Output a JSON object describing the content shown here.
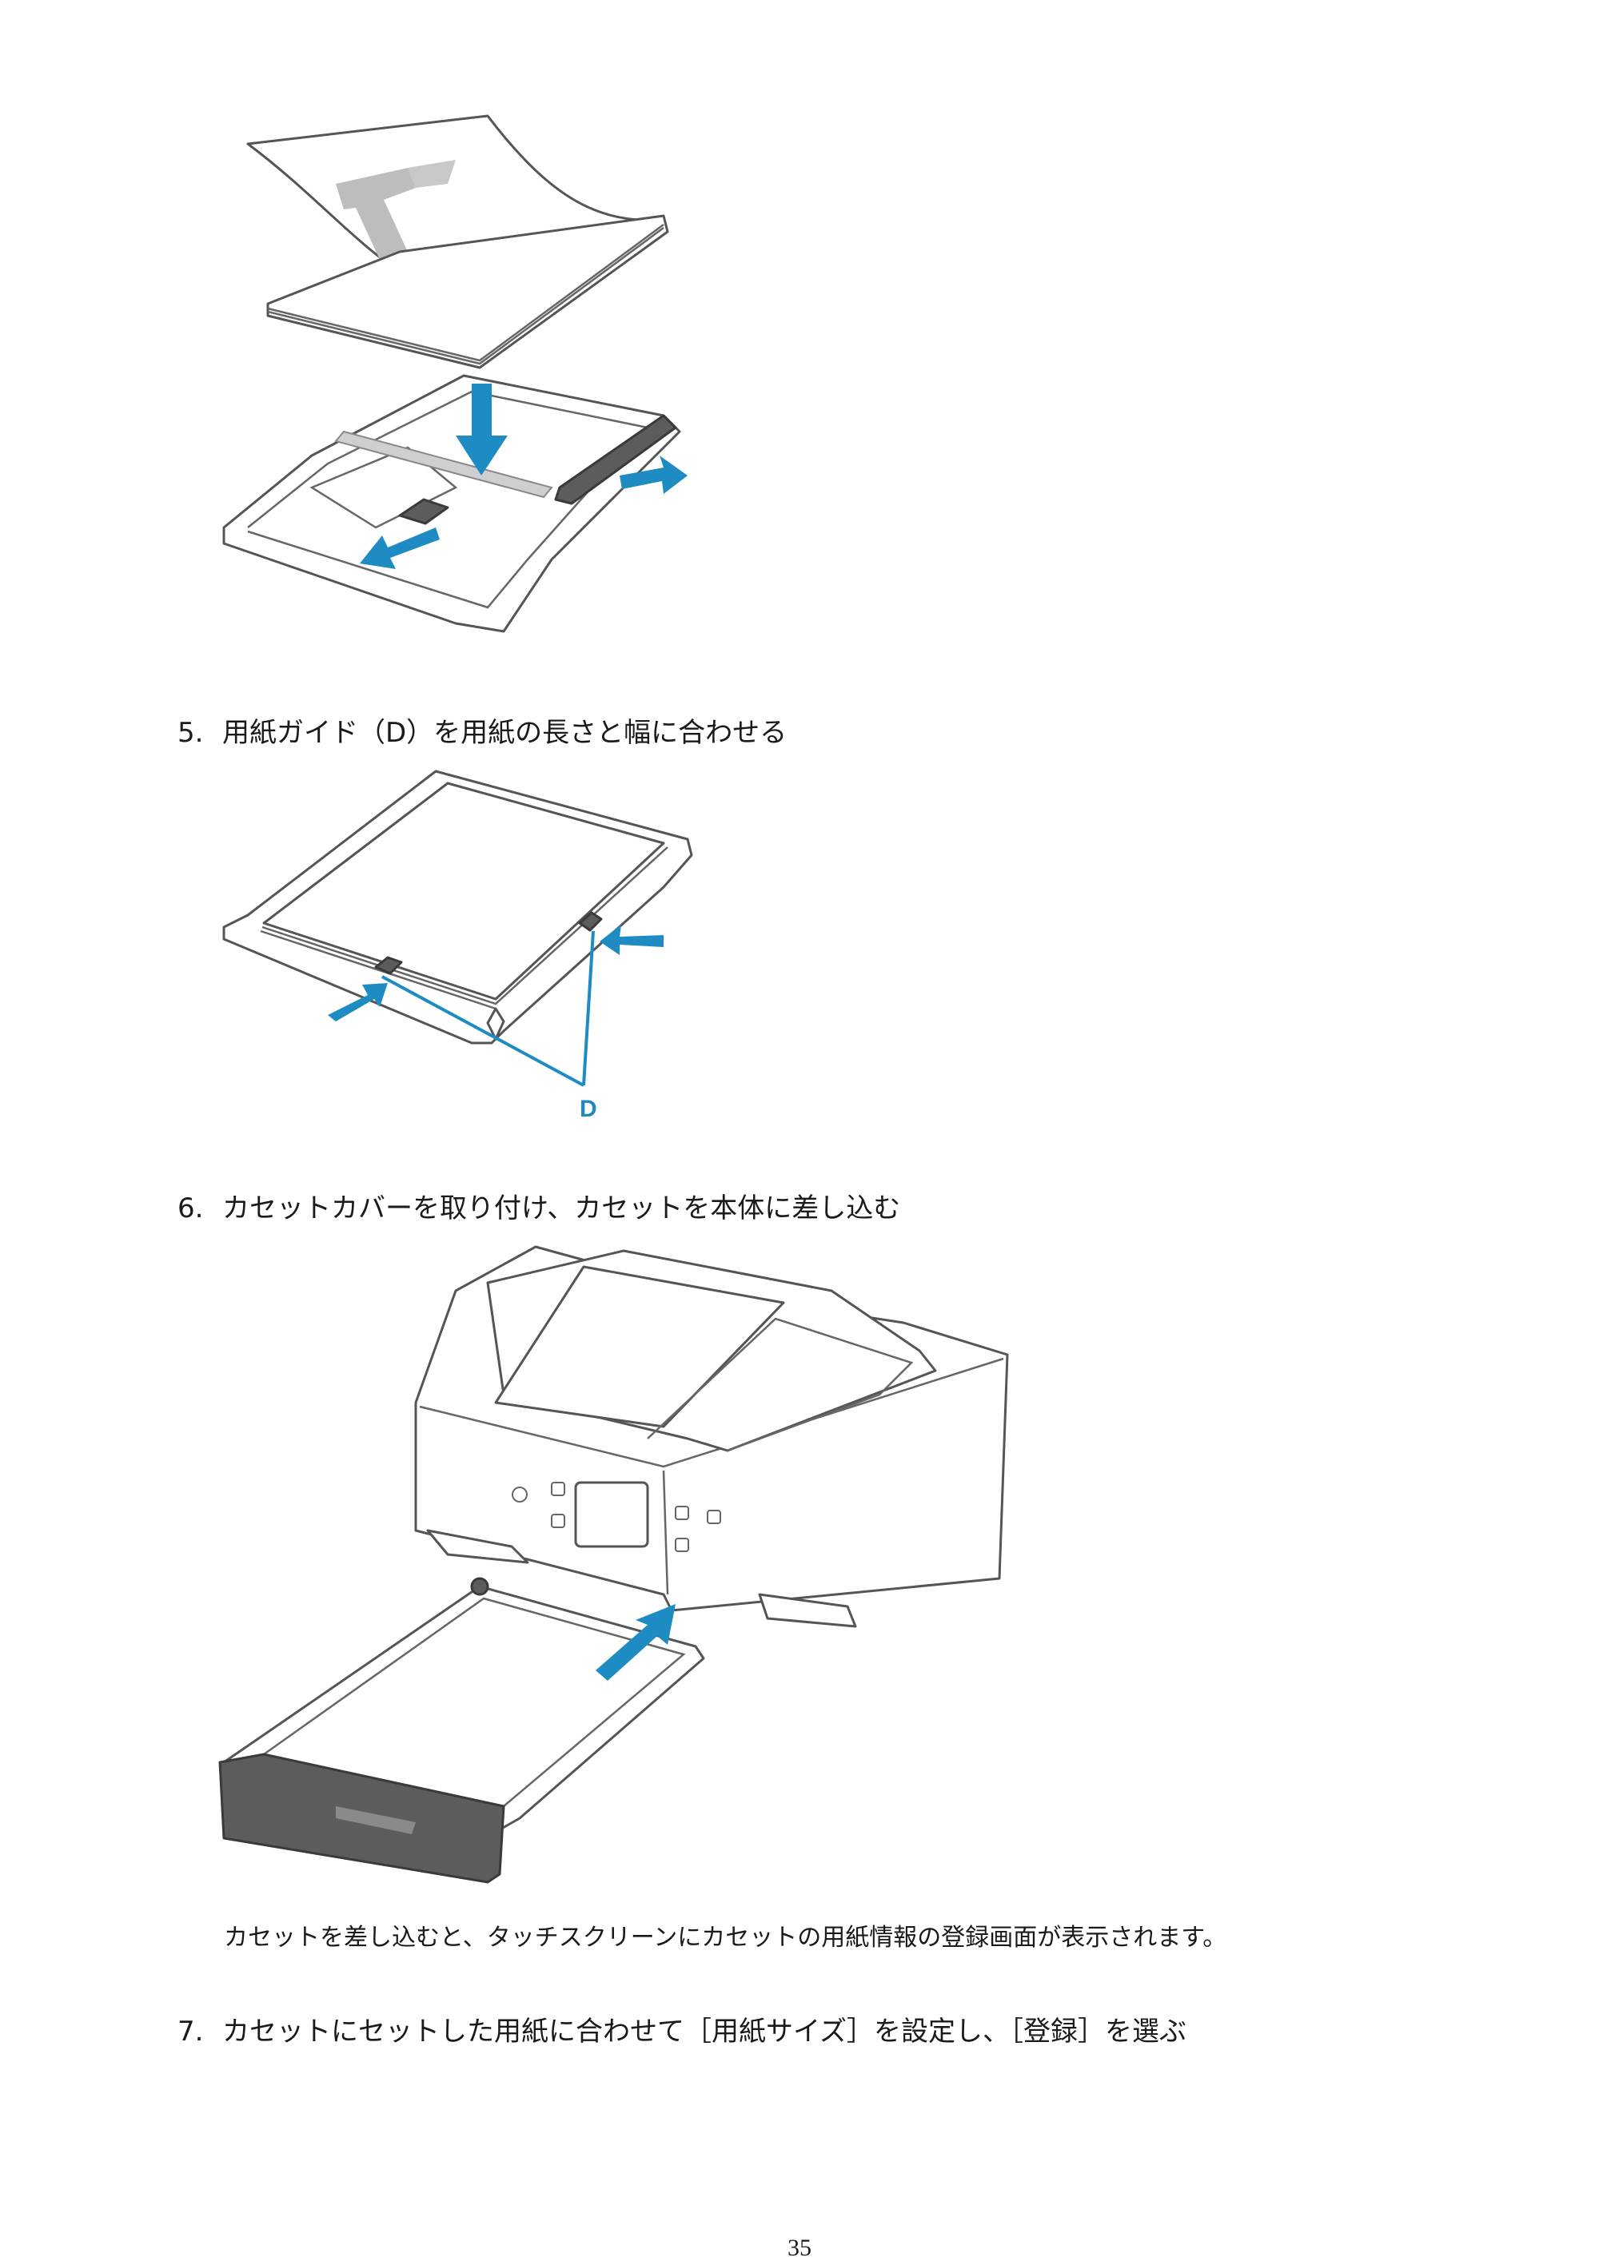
{
  "steps": [
    {
      "number": "5.",
      "text": "用紙ガイド（D）を用紙の長さと幅に合わせる"
    },
    {
      "number": "6.",
      "text": "カセットカバーを取り付け、カセットを本体に差し込む"
    },
    {
      "number": "7.",
      "text": "カセットにセットした用紙に合わせて［用紙サイズ］を設定し、［登録］を選ぶ"
    }
  ],
  "note": "カセットを差し込むと、タッチスクリーンにカセットの用紙情報の登録画面が表示されます。",
  "figure2": {
    "callout": "D"
  },
  "page_number": "35",
  "colors": {
    "accent": "#1e8bc3",
    "guide": "#5c5c5c"
  }
}
